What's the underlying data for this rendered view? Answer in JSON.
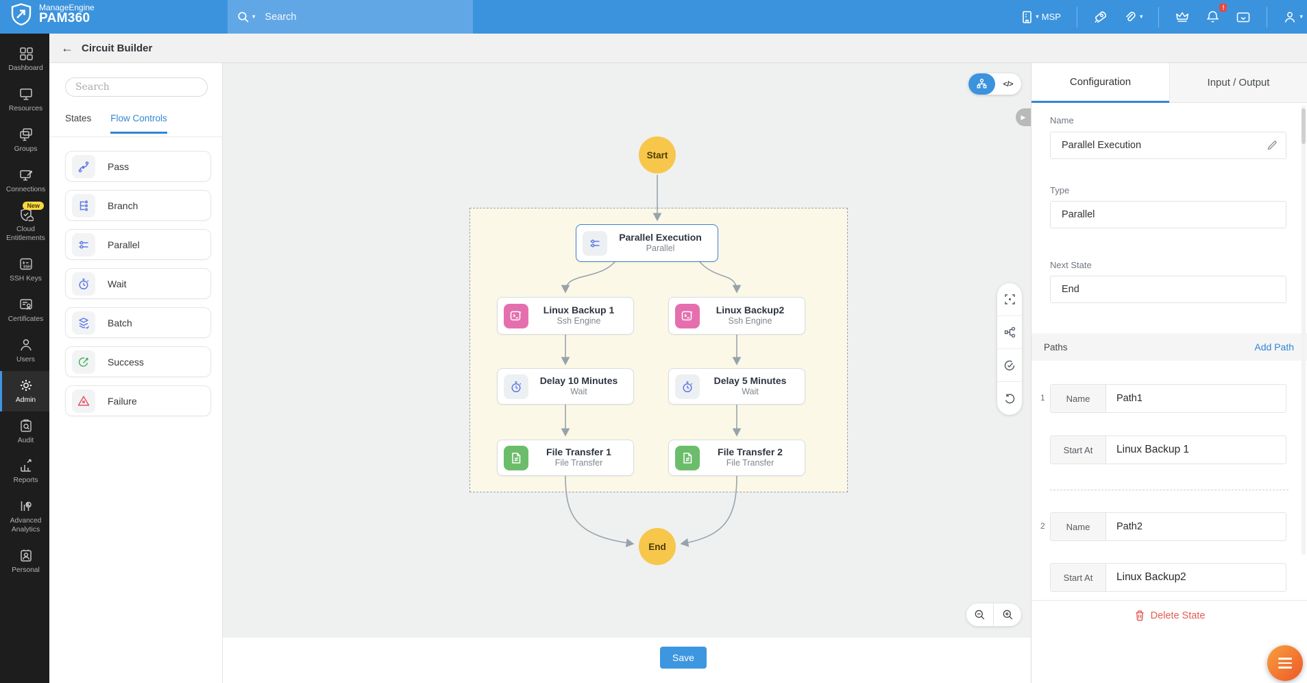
{
  "topbar": {
    "brand_top": "ManageEngine",
    "brand_bottom": "PAM360",
    "search_placeholder": "Search",
    "msp_label": "MSP",
    "alert_badge": "!"
  },
  "header": {
    "title": "Circuit Builder"
  },
  "nav": {
    "items": [
      {
        "label": "Dashboard"
      },
      {
        "label": "Resources"
      },
      {
        "label": "Groups"
      },
      {
        "label": "Connections"
      },
      {
        "label": "Cloud Entitlements",
        "badge": "New"
      },
      {
        "label": "SSH Keys"
      },
      {
        "label": "Certificates"
      },
      {
        "label": "Users"
      },
      {
        "label": "Admin"
      },
      {
        "label": "Audit"
      },
      {
        "label": "Reports"
      },
      {
        "label": "Advanced Analytics"
      },
      {
        "label": "Personal"
      }
    ]
  },
  "palette": {
    "search_placeholder": "Search",
    "tab_states": "States",
    "tab_flow": "Flow Controls",
    "items": [
      {
        "label": "Pass"
      },
      {
        "label": "Branch"
      },
      {
        "label": "Parallel"
      },
      {
        "label": "Wait"
      },
      {
        "label": "Batch"
      },
      {
        "label": "Success"
      },
      {
        "label": "Failure"
      }
    ]
  },
  "canvas": {
    "start": "Start",
    "end": "End",
    "nodes": {
      "parallel": {
        "title": "Parallel Execution",
        "subtitle": "Parallel"
      },
      "lb1": {
        "title": "Linux Backup 1",
        "subtitle": "Ssh Engine"
      },
      "lb2": {
        "title": "Linux Backup2",
        "subtitle": "Ssh Engine"
      },
      "delay1": {
        "title": "Delay 10 Minutes",
        "subtitle": "Wait"
      },
      "delay2": {
        "title": "Delay 5 Minutes",
        "subtitle": "Wait"
      },
      "ft1": {
        "title": "File Transfer 1",
        "subtitle": "File Transfer"
      },
      "ft2": {
        "title": "File Transfer 2",
        "subtitle": "File Transfer"
      }
    }
  },
  "panel": {
    "tab_config": "Configuration",
    "tab_io": "Input / Output",
    "name_label": "Name",
    "name_value": "Parallel Execution",
    "type_label": "Type",
    "type_value": "Parallel",
    "next_label": "Next State",
    "next_value": "End",
    "paths_header": "Paths",
    "add_path": "Add Path",
    "paths": [
      {
        "index": "1",
        "name_label": "Name",
        "name_value": "Path1",
        "start_label": "Start At",
        "start_value": "Linux Backup 1"
      },
      {
        "index": "2",
        "name_label": "Name",
        "name_value": "Path2",
        "start_label": "Start At",
        "start_value": "Linux Backup2"
      }
    ],
    "delete_label": "Delete State"
  },
  "footer": {
    "save": "Save"
  },
  "icons": {
    "code_toggle": "</>",
    "expander_play": "▶",
    "caret": "▾",
    "back_arrow": "←"
  },
  "colors": {
    "topbar_blue": "#3b93dd",
    "accent_blue": "#2f86d4",
    "terminal_yellow": "#f6c74b",
    "ssh_pink": "#e56fae",
    "file_green": "#6cbd6b",
    "danger_red": "#e25c55",
    "fab_orange": "#ee5726",
    "container_cream": "#fbf8e7"
  }
}
